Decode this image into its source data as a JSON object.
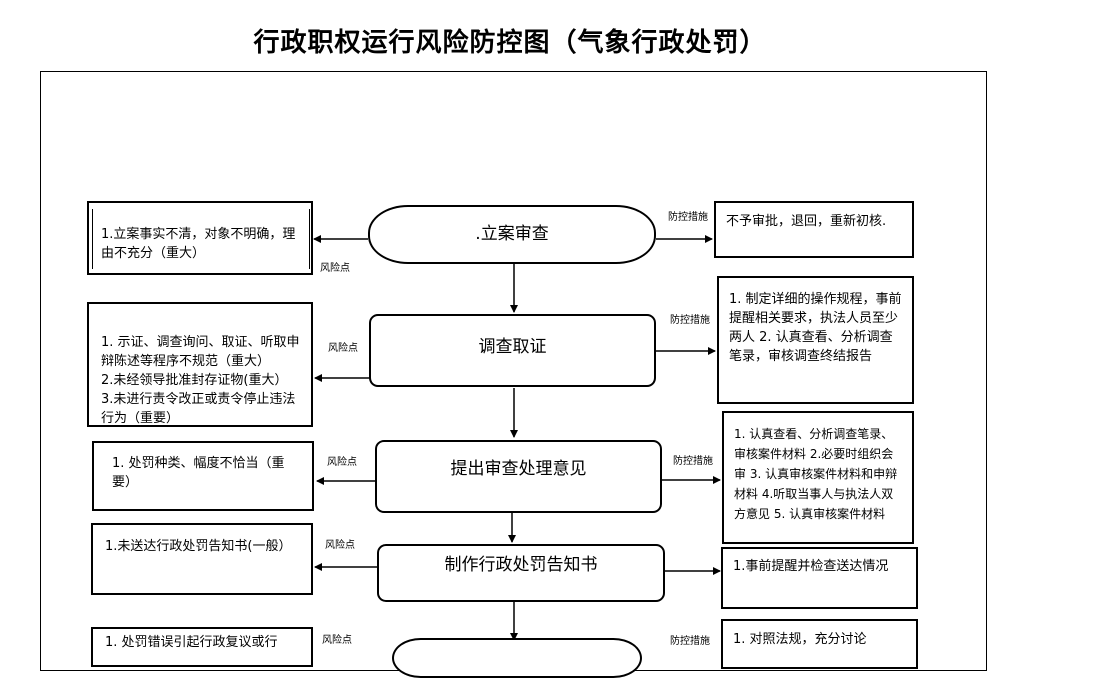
{
  "title": "行政职权运行风险防控图（气象行政处罚）",
  "labels": {
    "risk": "风险点",
    "control": "防控措施"
  },
  "steps": [
    {
      "process": ".立案审查",
      "risk": "1.立案事实不清，对象不明确，理由不充分（重大）",
      "control": "不予审批，退回，重新初核."
    },
    {
      "process": "调查取证",
      "risk": "1. 示证、调查询问、取证、听取申辩陈述等程序不规范（重大）\n2.未经领导批准封存证物(重大）\n3.未进行责令改正或责令停止违法行为（重要）",
      "control": "1. 制定详细的操作规程，事前提醒相关要求，执法人员至少两人 2. 认真查看、分析调查笔录，审核调查终结报告"
    },
    {
      "process": "提出审查处理意见",
      "risk": "1. 处罚种类、幅度不恰当（重要）",
      "control": "1. 认真查看、分析调查笔录、审核案件材料 2.必要时组织会审 3. 认真审核案件材料和申辩材料 4.听取当事人与执法人双方意见 5. 认真审核案件材料"
    },
    {
      "process": "制作行政处罚告知书",
      "risk": "1.未送达行政处罚告知书(一般）",
      "control": "1.事前提醒并检查送达情况"
    },
    {
      "process": "",
      "risk": "1. 处罚错误引起行政复议或行",
      "control": "1. 对照法规，充分讨论"
    }
  ]
}
